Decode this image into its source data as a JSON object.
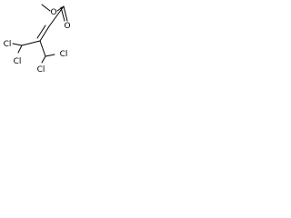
{
  "structure": {
    "atoms": [
      {
        "id": "o_ester",
        "label": "O"
      },
      {
        "id": "o_carbonyl",
        "label": "O"
      },
      {
        "id": "cl_1",
        "label": "Cl"
      },
      {
        "id": "cl_2",
        "label": "Cl"
      },
      {
        "id": "cl_3",
        "label": "Cl"
      },
      {
        "id": "cl_4",
        "label": "Cl"
      }
    ]
  }
}
